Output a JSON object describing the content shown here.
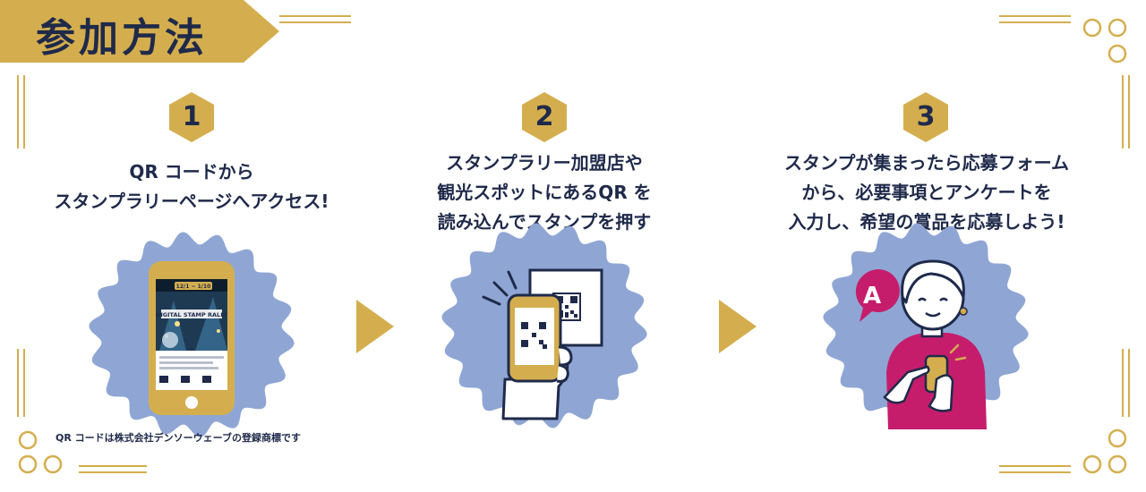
{
  "header": {
    "title": "参加方法"
  },
  "steps": [
    {
      "number": "1",
      "lines": [
        "QR コードから",
        "スタンプラリーページへアクセス!"
      ]
    },
    {
      "number": "2",
      "lines": [
        "スタンプラリー加盟店や",
        "観光スポットにあるQR を",
        "読み込んでスタンプを押す"
      ]
    },
    {
      "number": "3",
      "lines": [
        "スタンプが集まったら応募フォーム",
        "から、必要事項とアンケートを",
        "入力し、希望の賞品を応募しよう!"
      ]
    }
  ],
  "phone_screen": {
    "headline": "DIGITAL STAMP RALLY",
    "date_chip": "12/1 ~ 1/10"
  },
  "bubble_letter": "A",
  "note": "QR コードは株式会社デンソーウェーブの登録商標です",
  "colors": {
    "navy": "#1f2a4a",
    "gold": "#d4ae4e",
    "blob": "#8fa6d4",
    "pink": "#c51d6c"
  }
}
